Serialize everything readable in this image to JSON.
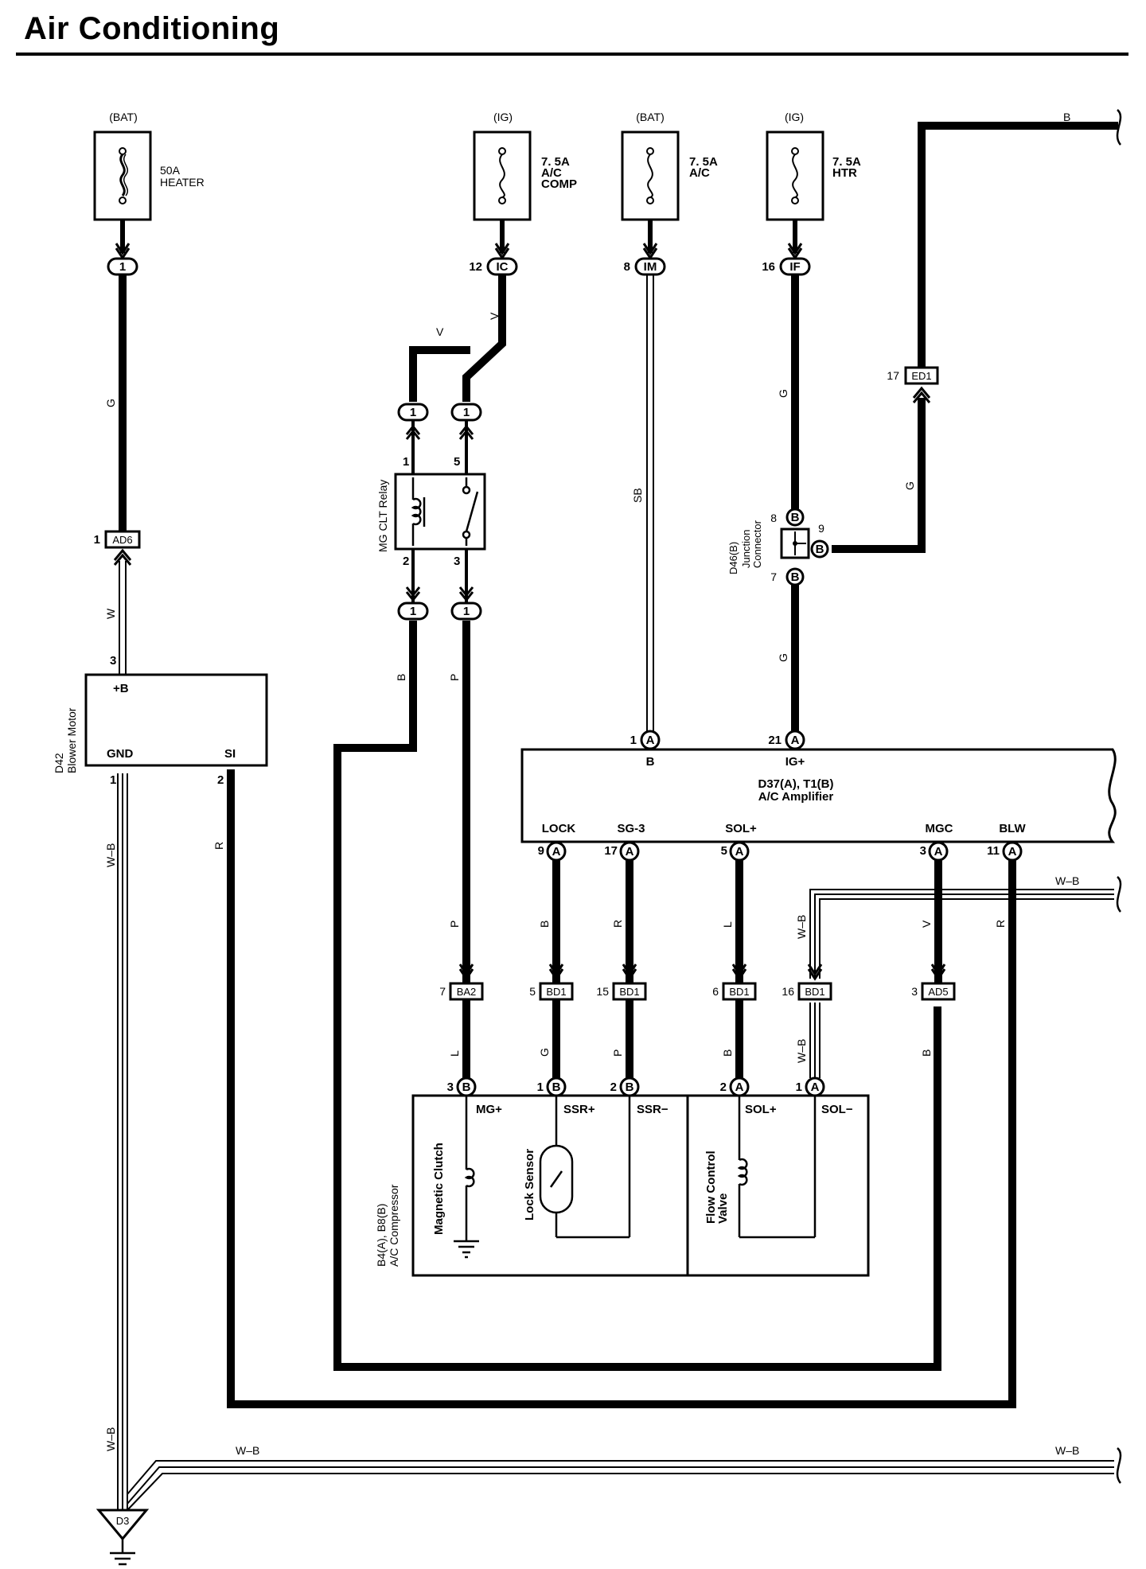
{
  "page": {
    "title": "Air Conditioning"
  },
  "fuses": [
    {
      "id": "heater",
      "source": "(BAT)",
      "rating": "50A",
      "name1": "HEATER",
      "name2": ""
    },
    {
      "id": "ac-comp",
      "source": "(IG)",
      "rating": "7. 5A",
      "name1": "A/C",
      "name2": "COMP"
    },
    {
      "id": "ac",
      "source": "(BAT)",
      "rating": "7. 5A",
      "name1": "A/C",
      "name2": ""
    },
    {
      "id": "htr",
      "source": "(IG)",
      "rating": "7. 5A",
      "name1": "HTR",
      "name2": ""
    }
  ],
  "connectors": [
    {
      "id": "c1-heater",
      "code": "1",
      "pin": ""
    },
    {
      "id": "ic",
      "code": "IC",
      "pin": "12"
    },
    {
      "id": "im",
      "code": "IM",
      "pin": "8"
    },
    {
      "id": "if",
      "code": "IF",
      "pin": "16"
    },
    {
      "id": "ed1",
      "code": "ED1",
      "pin": "17"
    },
    {
      "id": "ad6",
      "code": "AD6",
      "pin": "1"
    },
    {
      "id": "relay-top-left",
      "code": "1",
      "pin": ""
    },
    {
      "id": "relay-top-right",
      "code": "1",
      "pin": ""
    },
    {
      "id": "relay-bottom-left",
      "code": "1",
      "pin": ""
    },
    {
      "id": "relay-bottom-right",
      "code": "1",
      "pin": ""
    },
    {
      "id": "ba2",
      "code": "BA2",
      "pin": "7"
    },
    {
      "id": "bd1-5",
      "code": "BD1",
      "pin": "5"
    },
    {
      "id": "bd1-15",
      "code": "BD1",
      "pin": "15"
    },
    {
      "id": "bd1-6",
      "code": "BD1",
      "pin": "6"
    },
    {
      "id": "bd1-16",
      "code": "BD1",
      "pin": "16"
    },
    {
      "id": "ad5",
      "code": "AD5",
      "pin": "3"
    }
  ],
  "components": {
    "relay": {
      "name": "MG CLT Relay",
      "pin1": "1",
      "pin5": "5",
      "pin2": "2",
      "pin3": "3"
    },
    "blower": {
      "code": "D42",
      "name": "Blower Motor",
      "plus_b": "+B",
      "gnd": "GND",
      "si": "SI",
      "pin3": "3",
      "pin1": "1",
      "pin2": "2"
    },
    "junction": {
      "code": "D46(B)",
      "name1": "Junction",
      "name2": "Connector",
      "pin8": "8",
      "pin9": "9",
      "pin7": "7",
      "letter": "B"
    },
    "amplifier": {
      "code": "D37(A), T1(B)",
      "name": "A/C Amplifier",
      "top_terminals": [
        {
          "pin": "1",
          "letter": "A",
          "label": "B"
        },
        {
          "pin": "21",
          "letter": "A",
          "label": "IG+"
        }
      ],
      "bottom_terminals": [
        {
          "pin": "9",
          "letter": "A",
          "label": "LOCK"
        },
        {
          "pin": "17",
          "letter": "A",
          "label": "SG-3"
        },
        {
          "pin": "5",
          "letter": "A",
          "label": "SOL+"
        },
        {
          "pin": "3",
          "letter": "A",
          "label": "MGC"
        },
        {
          "pin": "11",
          "letter": "A",
          "label": "BLW"
        }
      ]
    },
    "compressor": {
      "code": "B4(A), B8(B)",
      "name": "A/C Compressor",
      "clutch": "Magnetic Clutch",
      "lock_sensor": "Lock Sensor",
      "flow_valve1": "Flow Control",
      "flow_valve2": "Valve",
      "terminals": [
        {
          "pin": "3",
          "letter": "B",
          "label": "MG+"
        },
        {
          "pin": "1",
          "letter": "B",
          "label": "SSR+"
        },
        {
          "pin": "2",
          "letter": "B",
          "label": "SSR−"
        },
        {
          "pin": "2",
          "letter": "A",
          "label": "SOL+"
        },
        {
          "pin": "1",
          "letter": "A",
          "label": "SOL−"
        }
      ]
    },
    "ground": {
      "code": "D3"
    }
  },
  "wires": {
    "g_heater": "G",
    "w_blower": "W",
    "v_relay_top": "V",
    "v_ic": "V",
    "b_relay": "B",
    "p_relay": "P",
    "sb_im": "SB",
    "g_if": "G",
    "g_junction_bottom": "G",
    "g_ed1": "G",
    "b_top_right": "B",
    "wb_blower": "W–B",
    "r_si": "R",
    "p_ba2": "P",
    "b_lock": "B",
    "r_sg3": "R",
    "l_sol": "L",
    "wb_bd1_16": "W–B",
    "v_mgc": "V",
    "r_blw": "R",
    "wb_right": "W–B",
    "l_mg": "L",
    "g_ssr": "G",
    "p_ssr": "P",
    "b_sol": "B",
    "wb_sol": "W–B",
    "b_ad5": "B",
    "wb_ground": "W–B",
    "wb_bottom_left": "W–B",
    "wb_bottom_right": "W–B"
  }
}
